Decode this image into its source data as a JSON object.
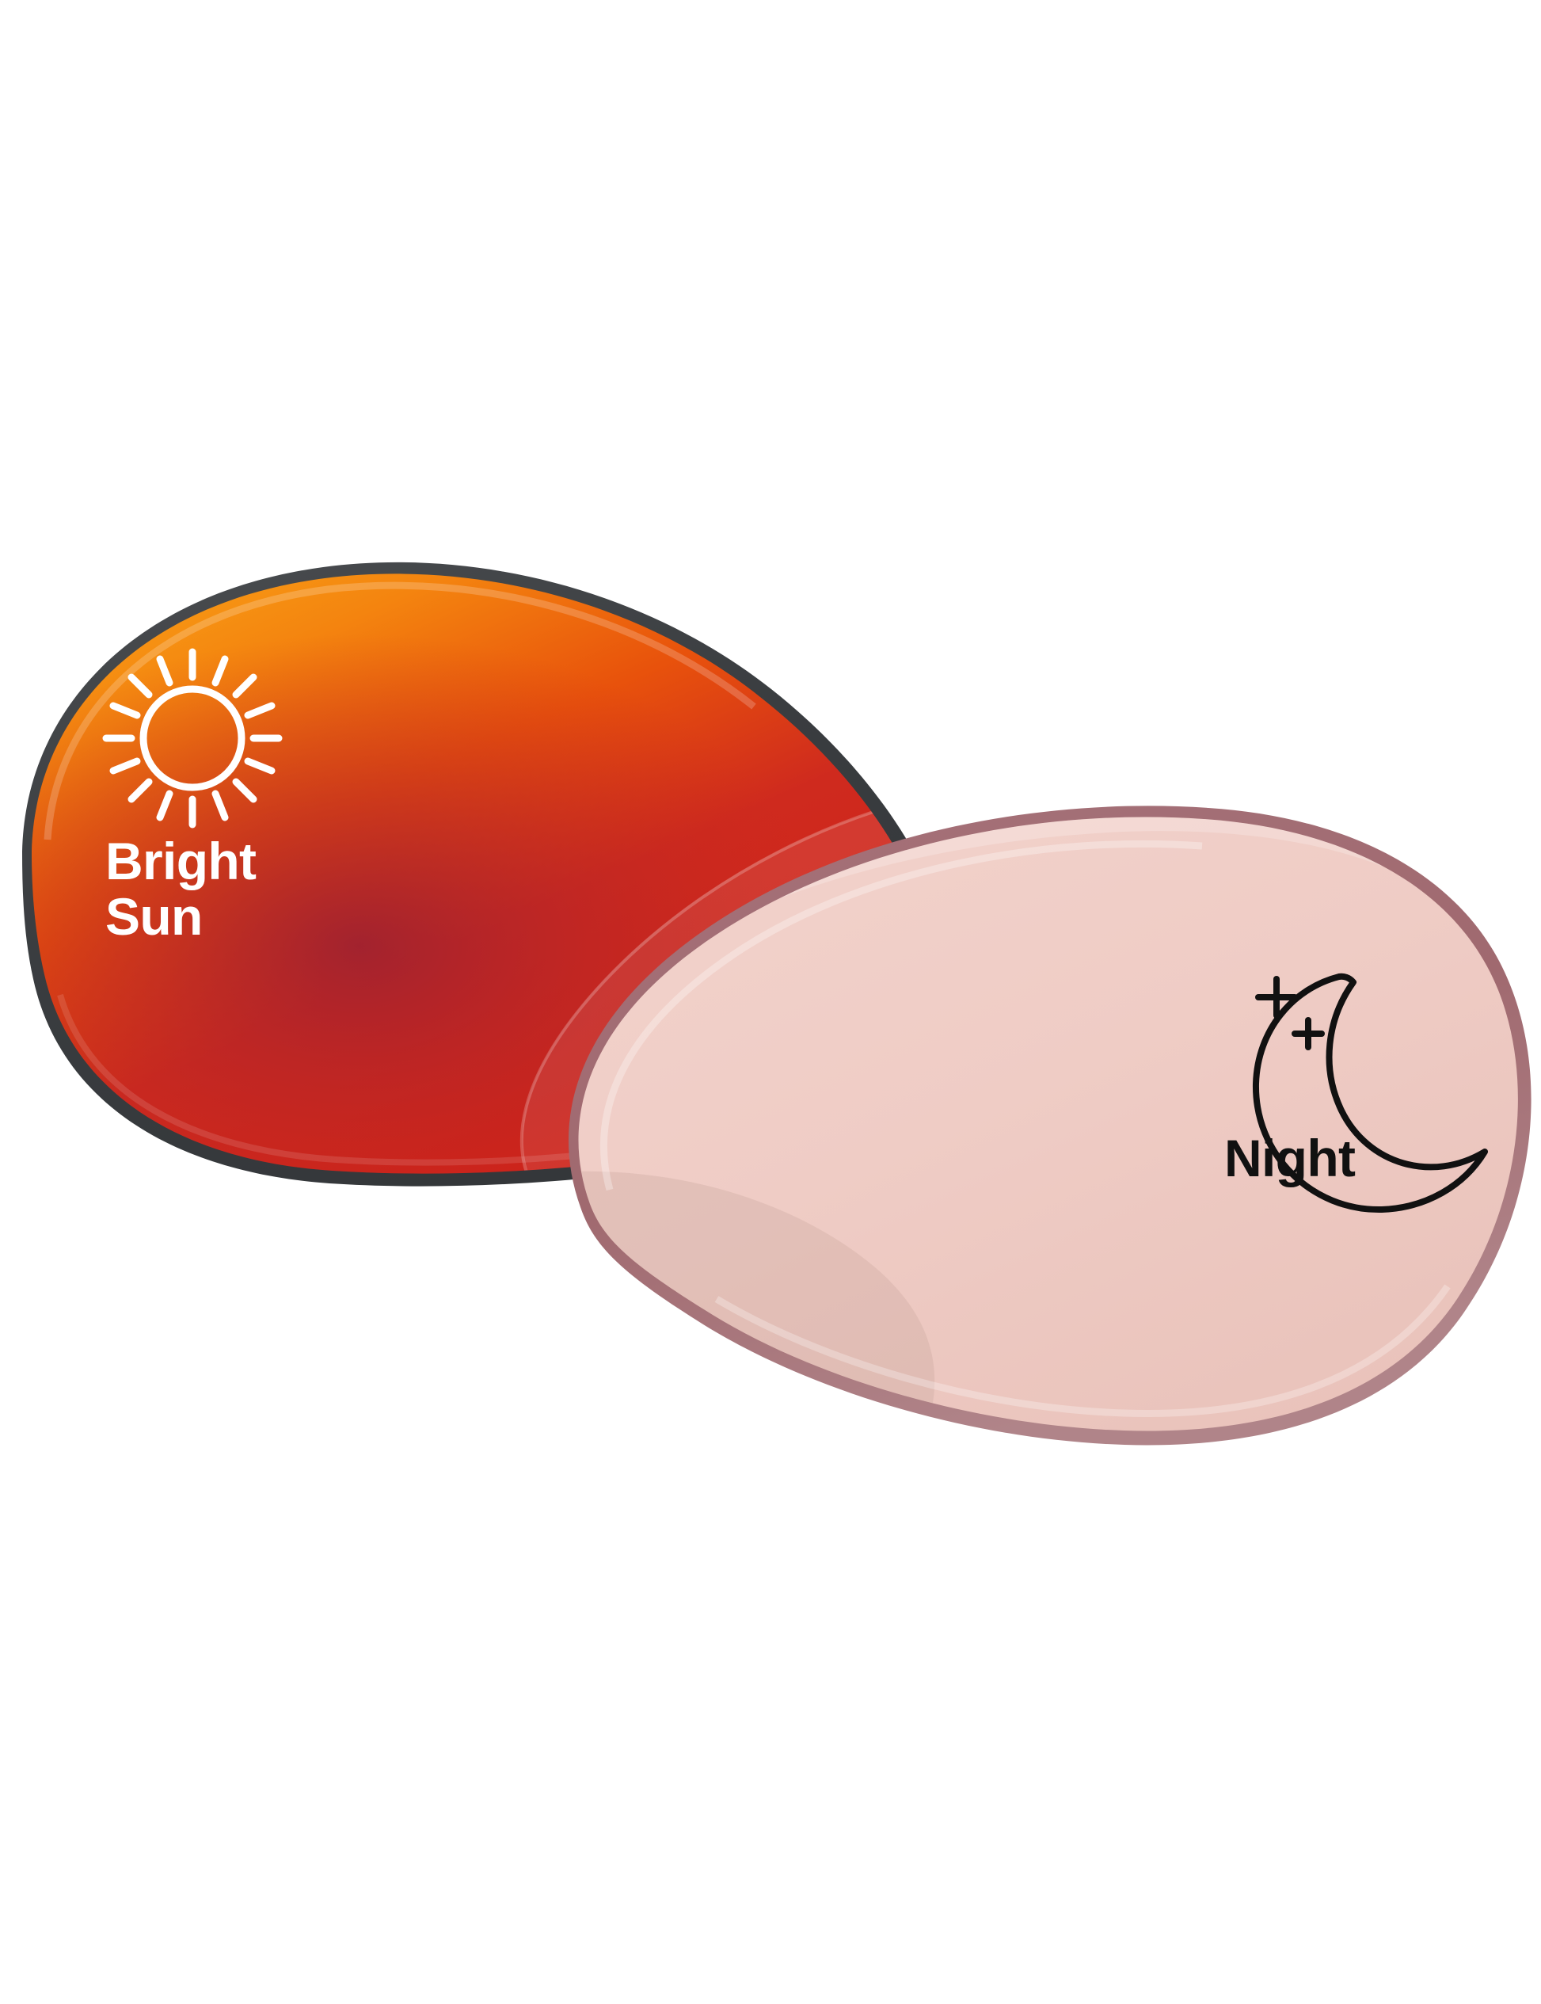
{
  "illustration": {
    "title": "Photochromic sunglass lens comparison",
    "background_color": "#ffffff"
  },
  "lenses": [
    {
      "id": "bright-sun-lens",
      "label": "Bright\nSun",
      "label_color": "#ffffff",
      "state": "Bright Sun",
      "icon": "sun-icon",
      "icon_color": "#ffffff",
      "rim_color": "#3f4244",
      "fill_top_color": "#F59414",
      "fill_mid_color": "#E8400C",
      "fill_deep_color": "#B22630",
      "highlight_color": "#ffffff"
    },
    {
      "id": "night-lens",
      "label": "Night",
      "label_color": "#111111",
      "state": "Night",
      "icon": "moon-icon",
      "icon_color": "#111111",
      "rim_color": "#A8757A",
      "fill_color": "#EFCCC5",
      "shadow_color": "#DDB9B2",
      "highlight_color": "#F6E2DC"
    }
  ],
  "icons": {
    "sun": {
      "name": "sun-icon",
      "ray_count": 12,
      "stroke_color": "#ffffff"
    },
    "moon": {
      "name": "moon-icon",
      "star_count": 2,
      "stroke_color": "#111111"
    }
  }
}
